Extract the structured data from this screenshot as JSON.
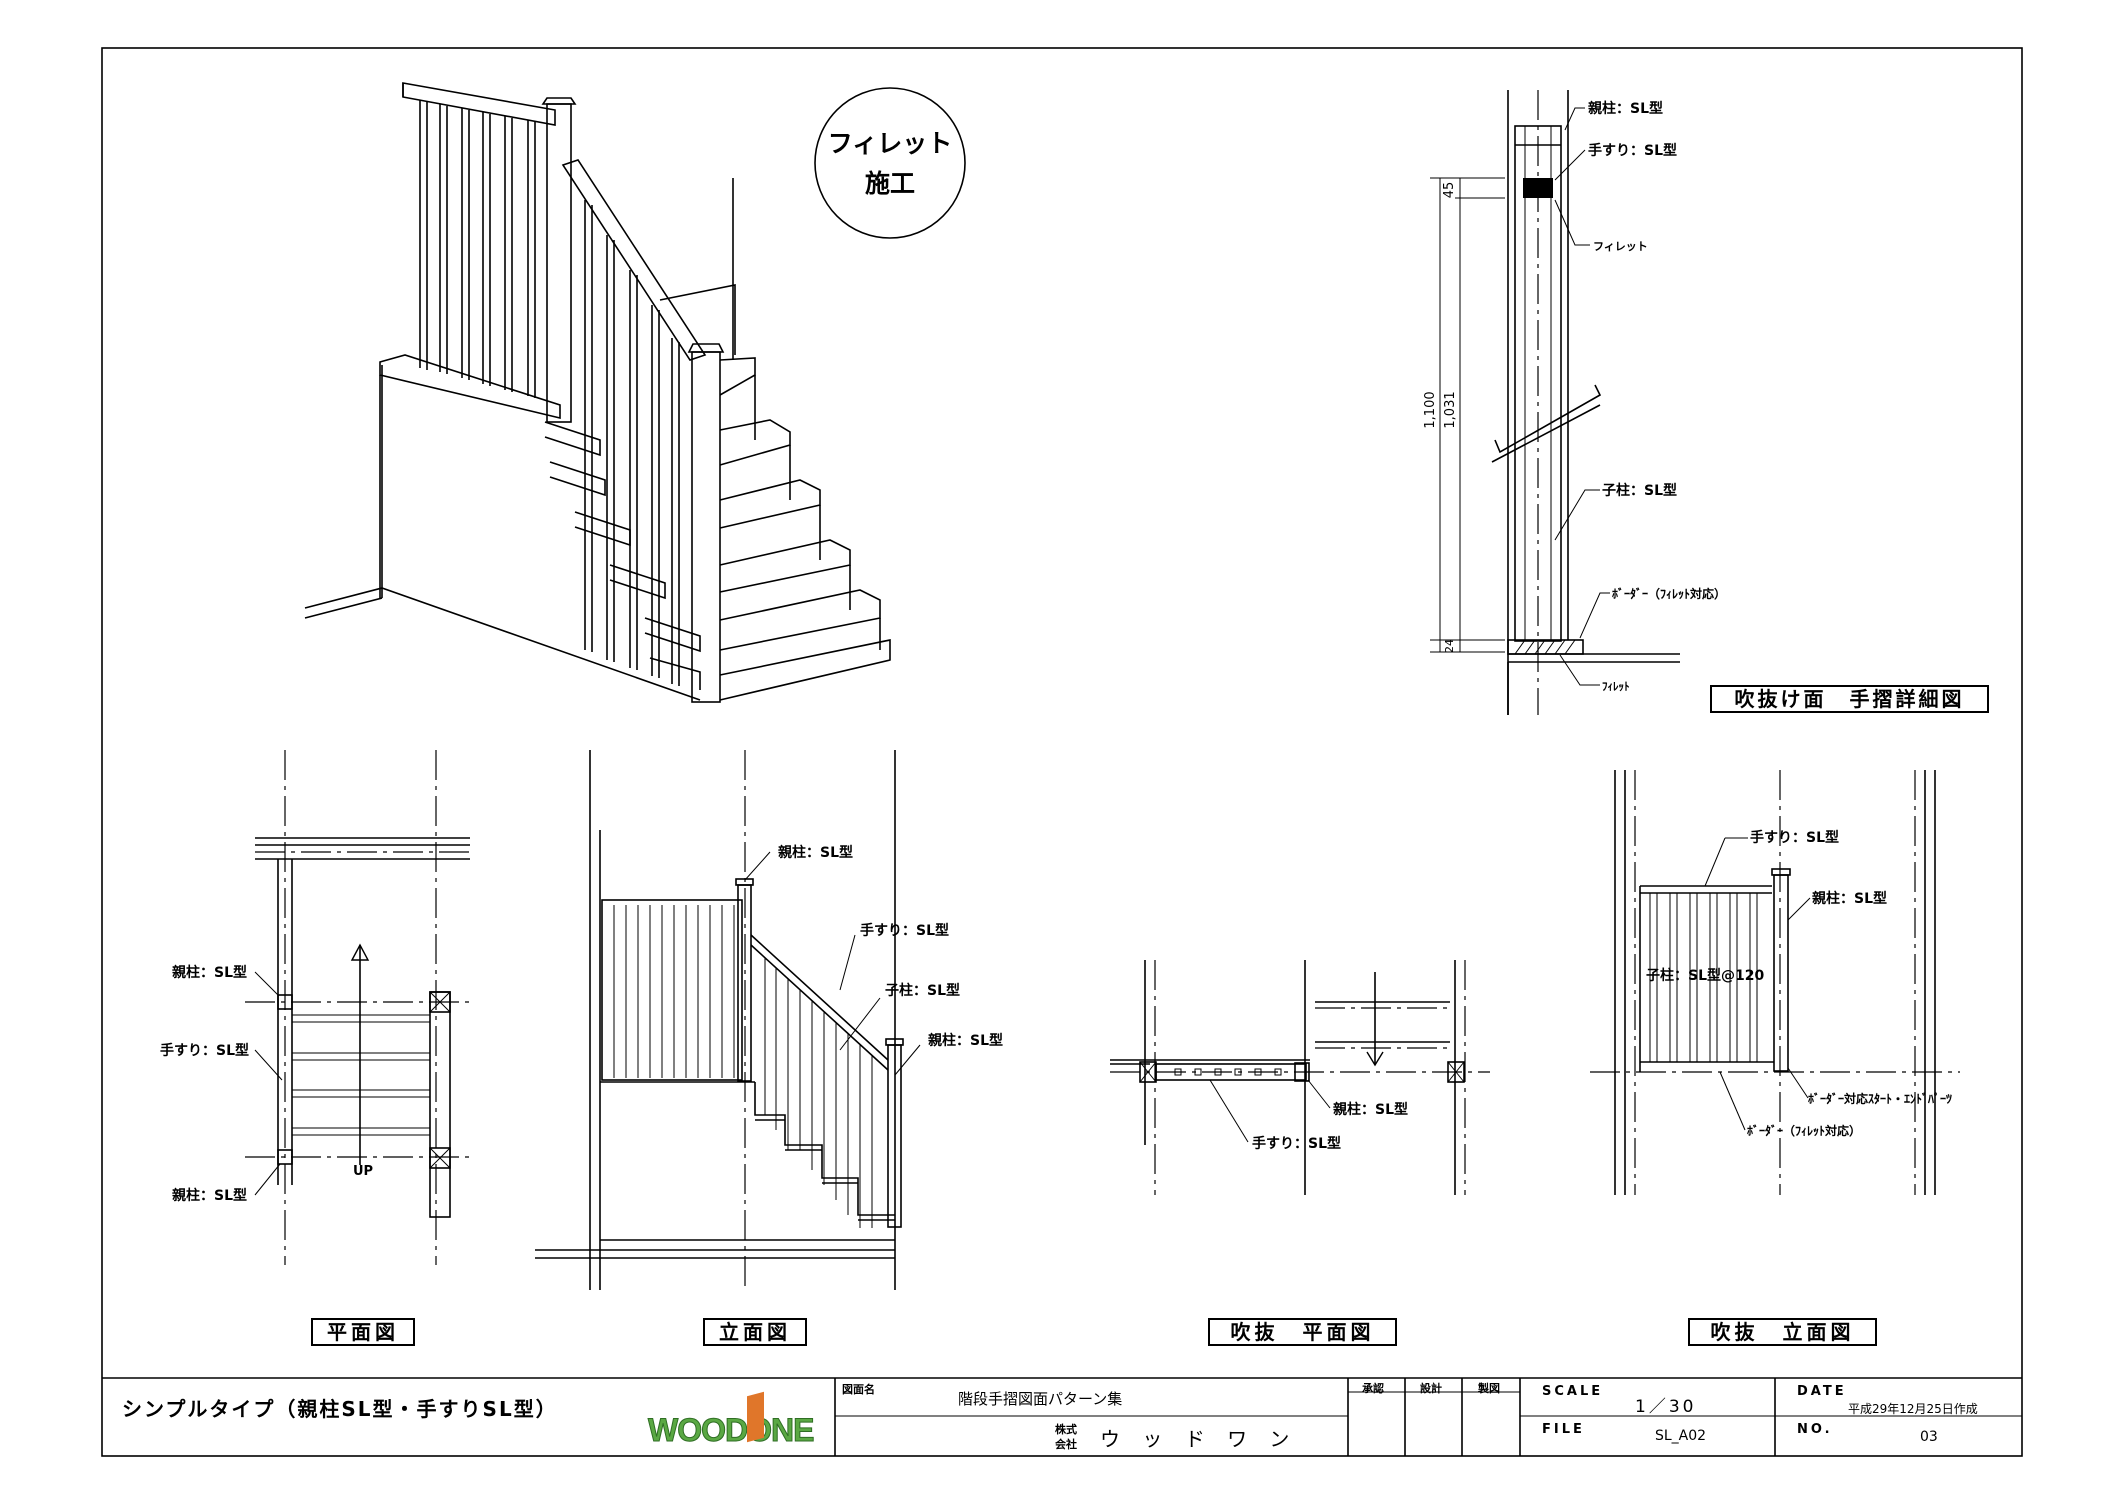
{
  "badge": {
    "line1": "フィレット",
    "line2": "施工"
  },
  "detail": {
    "title": "吹抜け面　手摺詳細図",
    "dims": [
      "45",
      "1,100",
      "1,031",
      "24"
    ],
    "callouts": [
      "親柱：SL型",
      "手すり：SL型",
      "フィレット",
      "子柱：SL型",
      "ﾎﾞｰﾀﾞｰ（ﾌｨﾚｯﾄ対応）",
      "ﾌｨﾚｯﾄ"
    ]
  },
  "plan": {
    "title": "平面図",
    "callouts": [
      "親柱：SL型",
      "手すり：SL型",
      "親柱：SL型"
    ],
    "up": "UP"
  },
  "elevation": {
    "title": "立面図",
    "callouts": [
      "親柱：SL型",
      "手すり：SL型",
      "子柱：SL型",
      "親柱：SL型"
    ]
  },
  "void_plan": {
    "title": "吹抜　平面図",
    "callouts": [
      "親柱：SL型",
      "手すり：SL型"
    ]
  },
  "void_elevation": {
    "title": "吹抜　立面図",
    "callouts": [
      "手すり：SL型",
      "親柱：SL型",
      "子柱：SL型@120",
      "ﾎﾞｰﾀﾞｰ対応ｽﾀｰﾄ・ｴﾝﾄﾞﾊﾟｰﾂ",
      "ﾎﾞｰﾀﾞｰ（ﾌｨﾚｯﾄ対応）"
    ]
  },
  "title_block": {
    "description": "シンプルタイプ（親柱SL型・手すりSL型）",
    "logo": "WOODONE",
    "drawing_name_label": "図面名",
    "drawing_name": "階段手摺図面パターン集",
    "company_prefix_1": "株式",
    "company_prefix_2": "会社",
    "company": "ウ ッ ド ワ ン",
    "approval": "承認",
    "design": "設計",
    "drafting": "製図",
    "scale_label": "SCALE",
    "scale": "1／30",
    "file_label": "FILE",
    "file": "SL_A02",
    "date_label": "DATE",
    "date": "平成29年12月25日作成",
    "no_label": "NO.",
    "no": "03"
  }
}
